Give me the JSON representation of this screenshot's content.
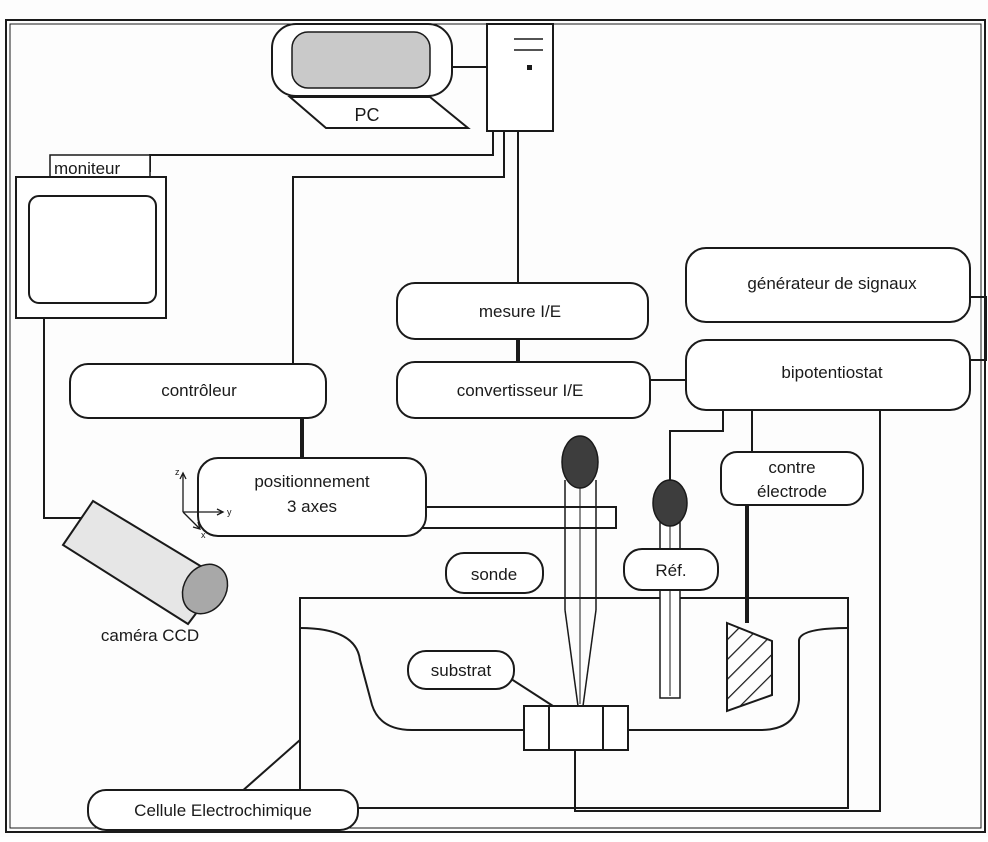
{
  "labels": {
    "pc": "PC",
    "moniteur": "moniteur",
    "controleur": "contrôleur",
    "positionnement_line1": "positionnement",
    "positionnement_line2": "3 axes",
    "camera": "caméra CCD",
    "mesure": "mesure I/E",
    "convertisseur": "convertisseur I/E",
    "generateur": "générateur de signaux",
    "bipotentiostat": "bipotentiostat",
    "contre_line1": "contre",
    "contre_line2": "électrode",
    "sonde": "sonde",
    "ref": "Réf.",
    "substrat": "substrat",
    "cellule": "Cellule Electrochimique"
  },
  "axes": {
    "z": "z",
    "y": "y",
    "x": "x"
  },
  "colors": {
    "line": "#1a1a1a",
    "screen_fill": "#c9c9c9",
    "electrode_head": "#3d3d3d",
    "camera_body": "#e6e6e6",
    "camera_lens": "#a8a8a8"
  }
}
